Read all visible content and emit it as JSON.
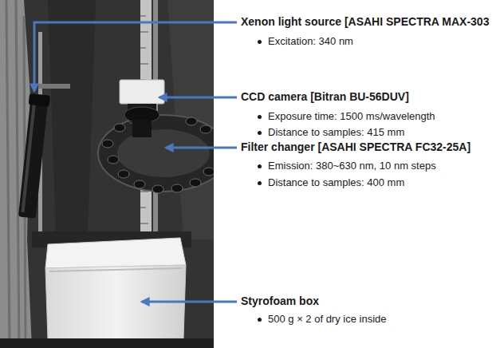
{
  "diagram": {
    "labels": [
      "Xenon light source [ASAHI SPECTRA MAX-303",
      "Excitation: 340 nm",
      "CCD camera [Bitran BU-56DUV]",
      "Exposure time: 1500 ms/wavelength",
      "Distance to samples: 415 mm",
      "Filter changer [ASAHI SPECTRA FC32-25A]",
      "Emission: 380~630 nm, 10 nm steps",
      "Distance to samples: 400 mm",
      "Styrofoam box",
      "500 g × 2 of dry ice inside"
    ]
  }
}
